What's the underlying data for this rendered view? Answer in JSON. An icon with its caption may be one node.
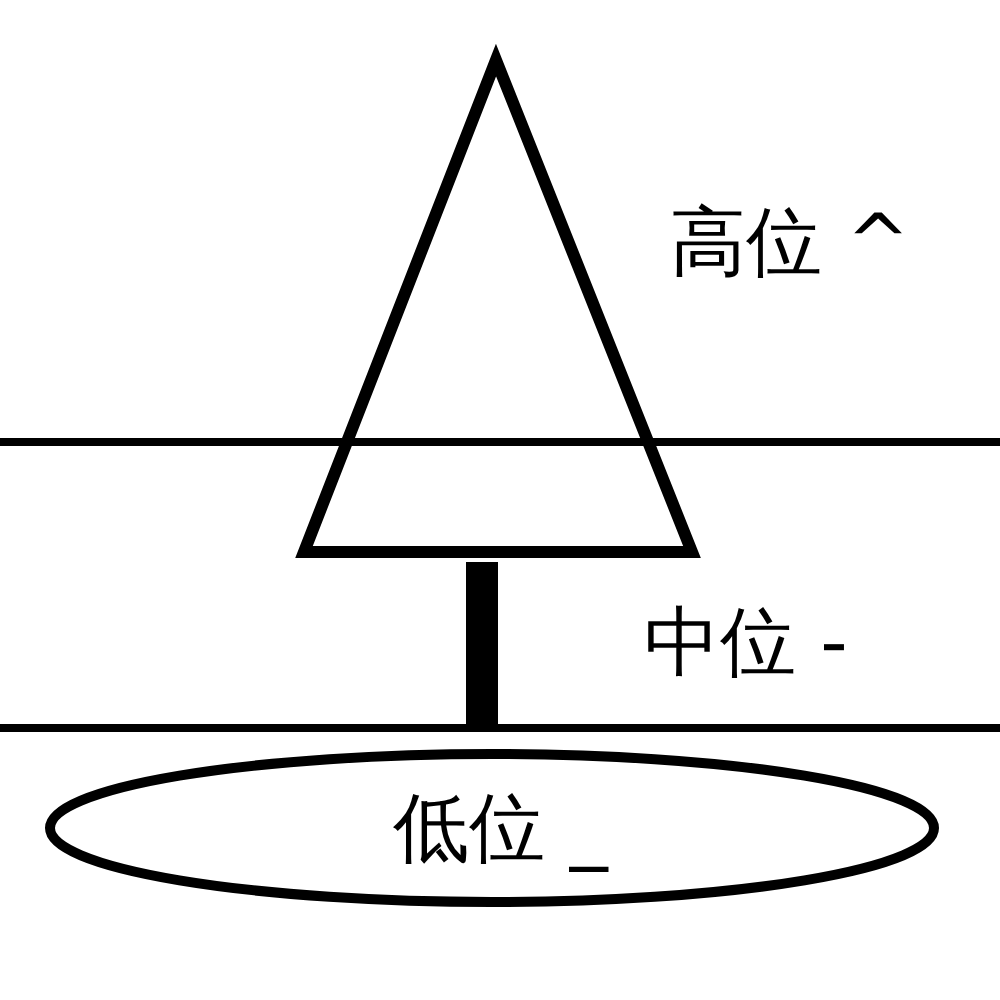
{
  "diagram": {
    "nodes": [
      {
        "text": [
          "低位 _"
        ]
      }
    ],
    "labels": [
      "高位 ^",
      "中位 -"
    ]
  }
}
